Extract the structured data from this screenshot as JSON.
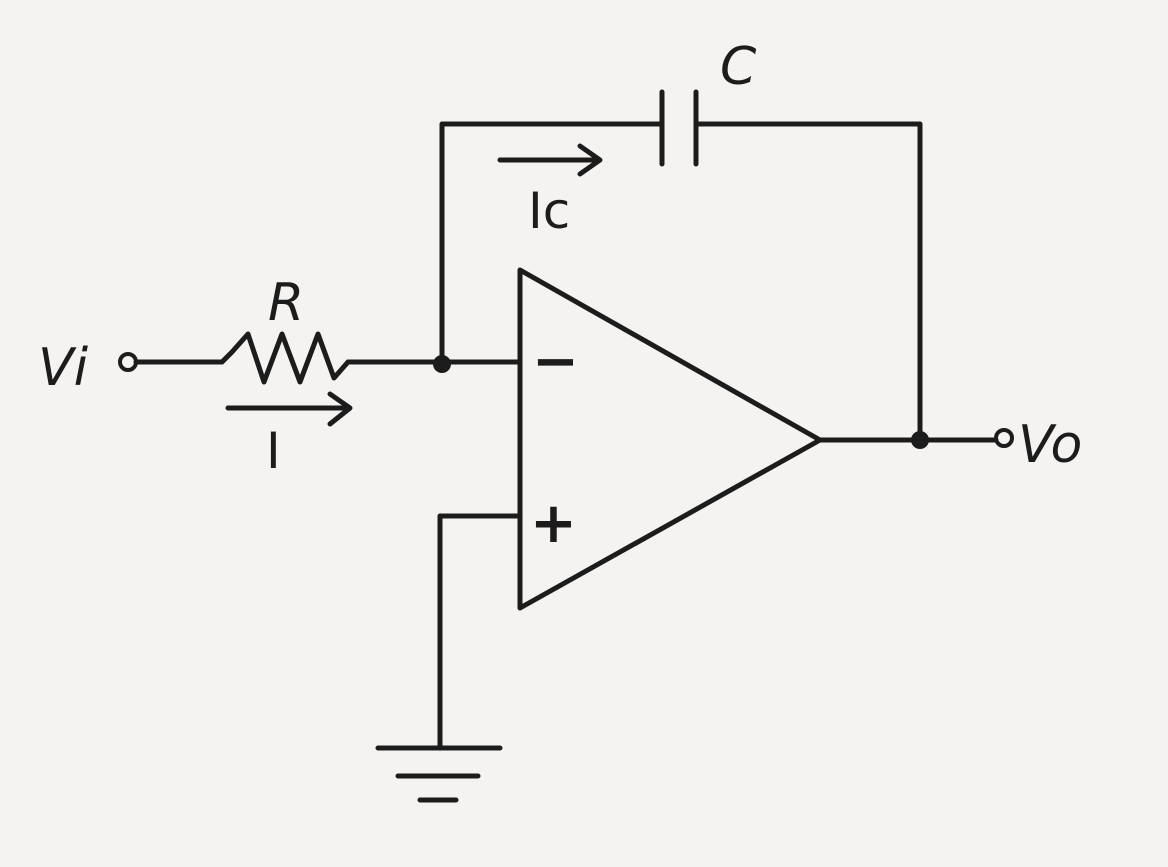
{
  "diagram": {
    "labels": {
      "input_voltage": "Vi",
      "output_voltage": "Vo",
      "resistor": "R",
      "capacitor": "C",
      "input_current": "I",
      "capacitor_current": "Ic",
      "inverting_input": "−",
      "non_inverting_input": "+"
    }
  },
  "colors": {
    "ink": "#1c1c1c",
    "paper": "#f4f3f1"
  }
}
